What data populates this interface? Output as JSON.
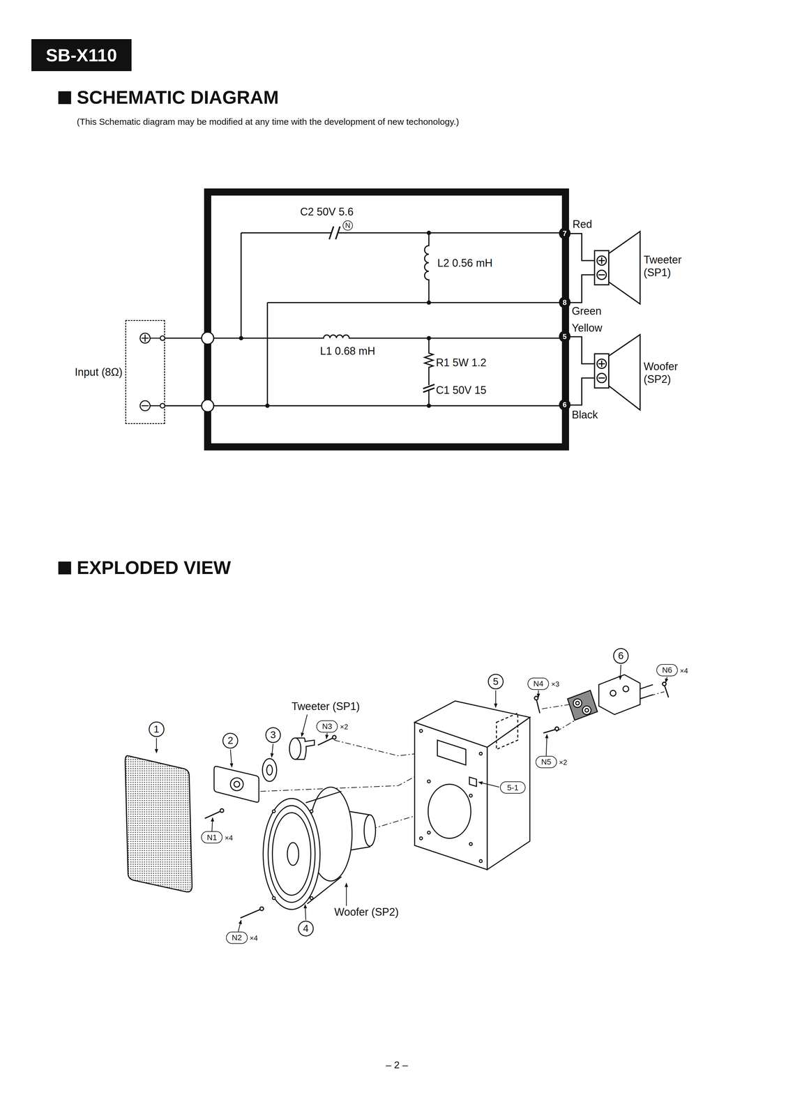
{
  "diagram": {
    "nodes": [
      {
        "text": [
          "SB-X110"
        ]
      },
      {
        "text": [
          "Input (8Ω)"
        ]
      },
      {
        "text": [
          "C2 50V 5.6",
          "L2 0.56 mH",
          "L1 0.68 mH",
          "R1 5W 1.2",
          "C1 50V 15"
        ]
      },
      {
        "text": [
          "N"
        ],
        "in": 2
      },
      {
        "text": [
          "7"
        ]
      },
      {
        "text": [
          "8"
        ]
      },
      {
        "text": [
          "5"
        ]
      },
      {
        "text": [
          "6"
        ]
      },
      {
        "text": [
          "6"
        ]
      },
      {
        "text": [
          "N6"
        ]
      },
      {
        "text": [
          "5"
        ]
      },
      {
        "text": [
          "N4"
        ]
      },
      {
        "text": [
          "N3"
        ]
      },
      {
        "text": [
          "1"
        ]
      },
      {
        "text": [
          "3"
        ]
      },
      {
        "text": [
          "2"
        ]
      },
      {
        "text": [
          "N5"
        ]
      },
      {
        "text": [
          "5-1"
        ]
      },
      {
        "text": [
          "N1"
        ]
      },
      {
        "text": [
          "4"
        ]
      },
      {
        "text": [
          "N2"
        ]
      }
    ],
    "edges": [
      {
        "from": 1,
        "to": 2,
        "arrow": "none"
      },
      {
        "from": 1,
        "to": 2,
        "arrow": "none"
      }
    ],
    "labels": [
      "SCHEMATIC DIAGRAM",
      "(This Schematic diagram may be modified at any time with the development of new techonology.)",
      "Red",
      "Green",
      "Yellow",
      "Black",
      "Tweeter (SP1)",
      "Woofer (SP2)",
      "EXPLODED VIEW",
      "Tweeter (SP1)",
      "×4",
      "×3",
      "×2",
      "×2",
      "×4",
      "Woofer (SP2)",
      "×4",
      "– 2 –"
    ]
  }
}
